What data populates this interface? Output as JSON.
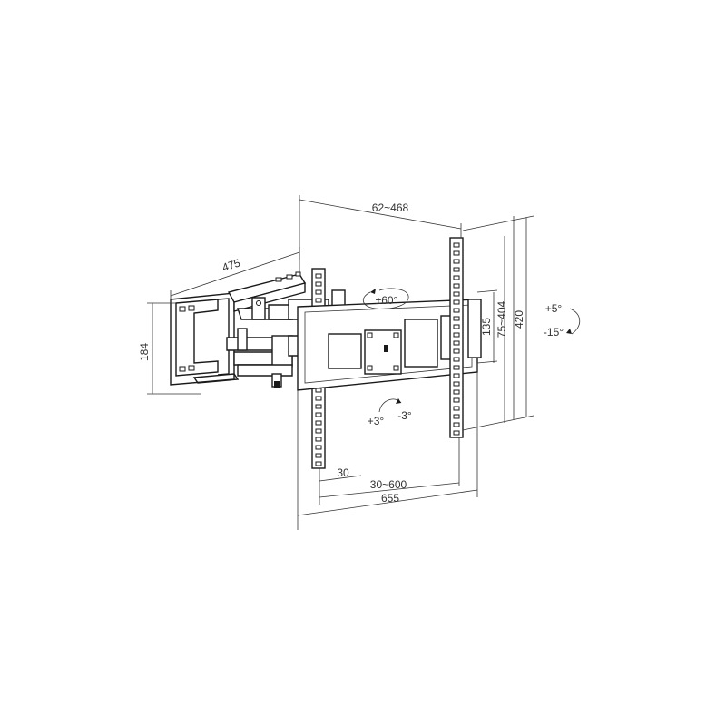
{
  "dimensions": {
    "arm_extension": "62~468",
    "arm_length": "475",
    "wall_plate_height": "184",
    "swivel": "±60°",
    "tilt_up": "+5°",
    "tilt_down": "-15°",
    "rotation_plus": "+3°",
    "rotation_minus": "-3°",
    "vesa_vertical": "75~404",
    "plate_height": "135",
    "overall_height": "420",
    "min_spacing": "30",
    "vesa_horizontal": "30~600",
    "overall_width": "655"
  }
}
